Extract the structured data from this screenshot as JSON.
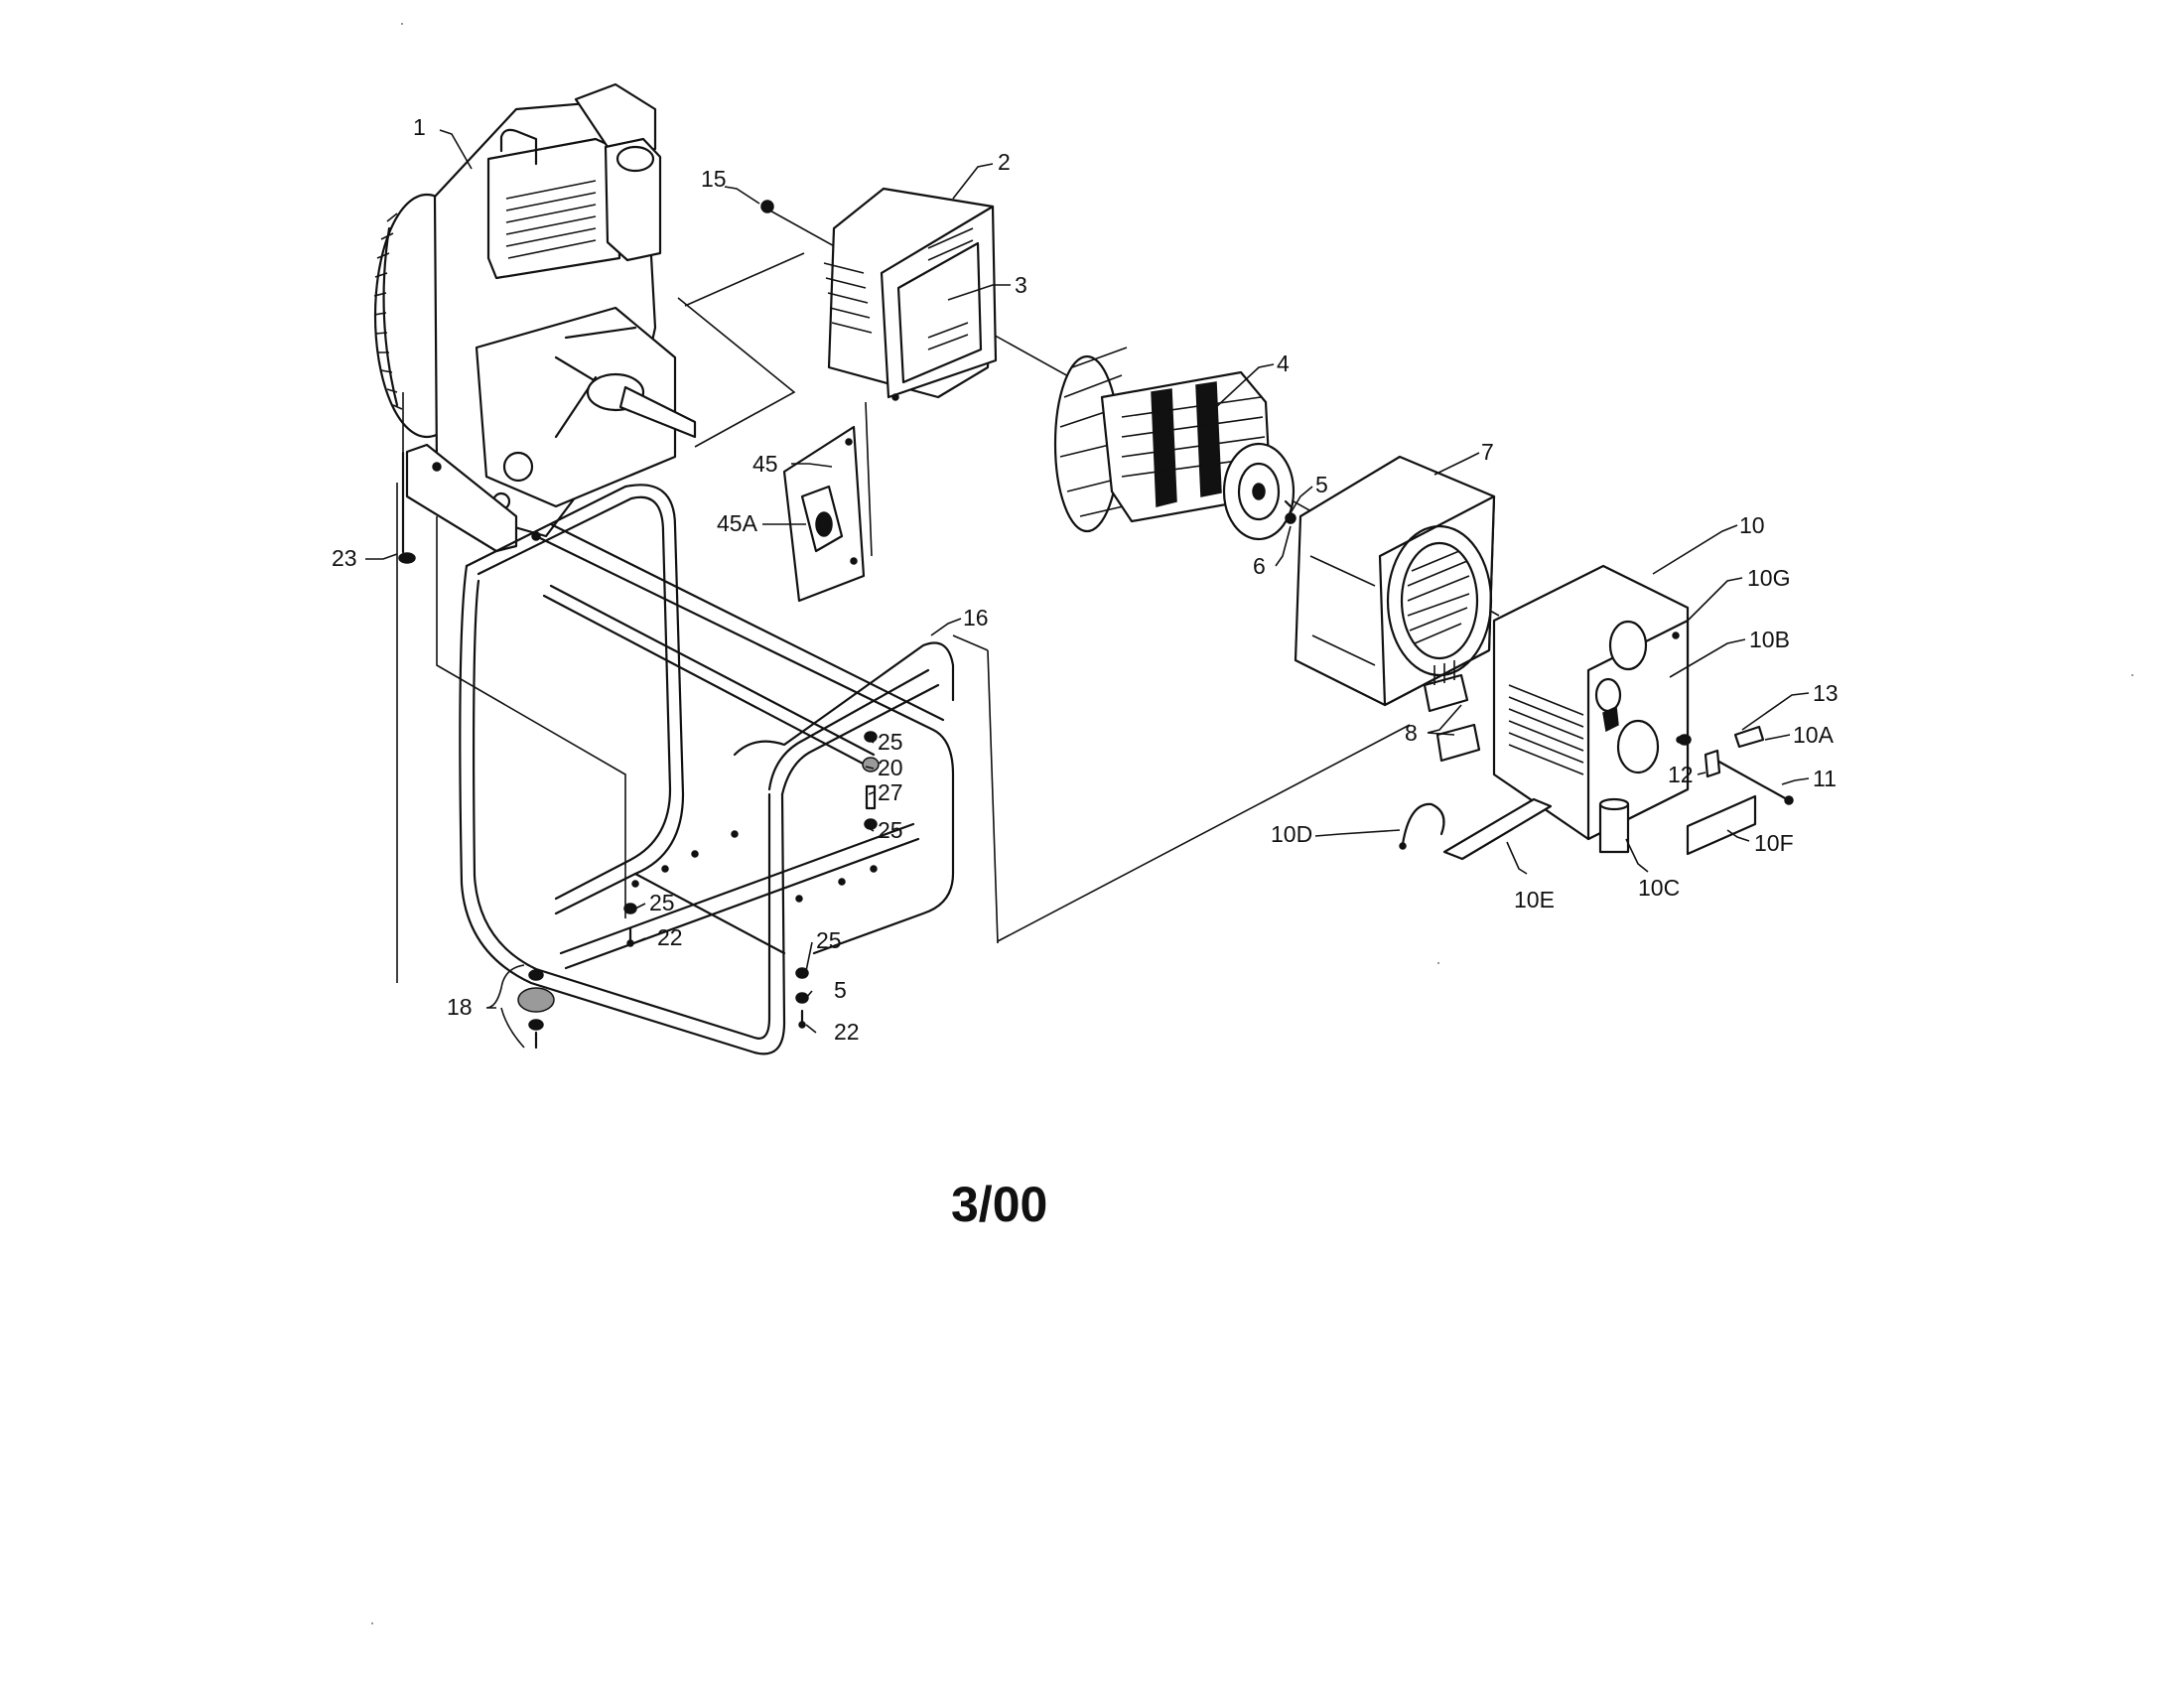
{
  "diagram": {
    "date_code": "3/00",
    "callouts": [
      "1",
      "2",
      "15",
      "3",
      "4",
      "7",
      "5",
      "6",
      "45",
      "45A",
      "23",
      "16",
      "10",
      "10G",
      "10B",
      "13",
      "10A",
      "12",
      "11",
      "8",
      "25",
      "20",
      "27",
      "25",
      "25",
      "22",
      "25",
      "5",
      "22",
      "18",
      "10D",
      "10E",
      "10C",
      "10F"
    ]
  }
}
